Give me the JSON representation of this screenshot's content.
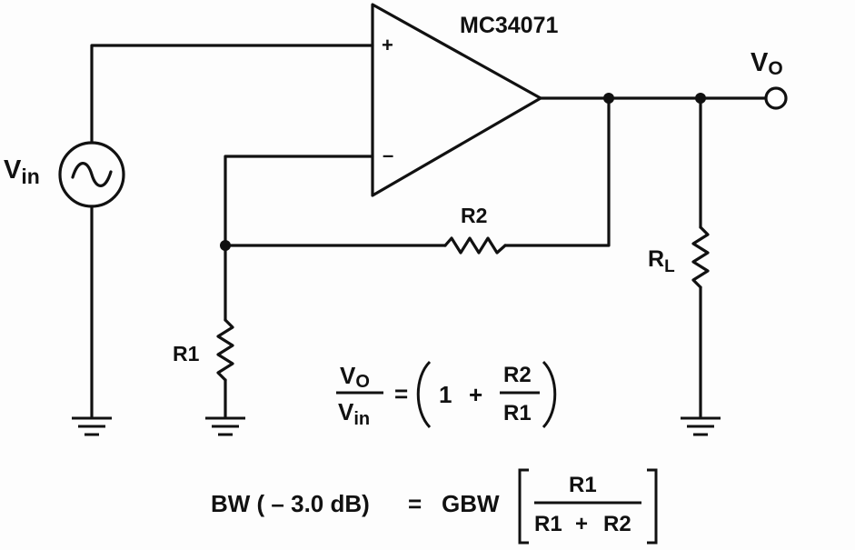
{
  "diagram": {
    "opamp": {
      "name": "MC34071",
      "plus": "+",
      "minus": "–"
    },
    "source": {
      "label_main": "V",
      "label_sub": "in"
    },
    "output": {
      "label_main": "V",
      "label_sub": "O"
    },
    "resistors": {
      "r1": "R1",
      "r2": "R2",
      "rl_main": "R",
      "rl_sub": "L"
    },
    "gain_equation": {
      "num_main": "V",
      "num_sub": "O",
      "den_main": "V",
      "den_sub": "in",
      "equals": "=",
      "one": "1",
      "plus": "+",
      "ratio_num": "R2",
      "ratio_den": "R1"
    },
    "bw_equation": {
      "left": "BW ( – 3.0 dB)",
      "equals": "=",
      "gbw": "GBW",
      "frac_num": "R1",
      "frac_den_a": "R1",
      "frac_den_plus": "+",
      "frac_den_b": "R2"
    }
  }
}
